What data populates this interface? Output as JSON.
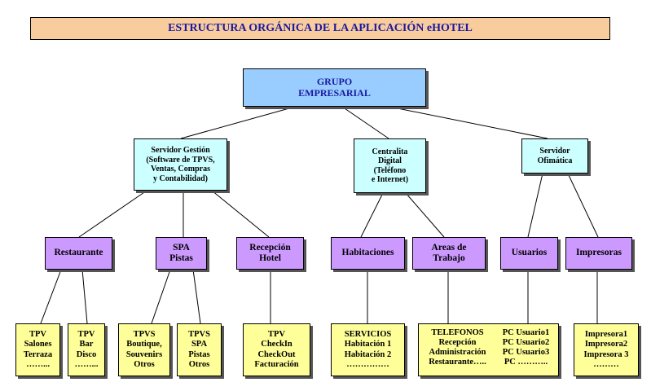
{
  "title": "ESTRUCTURA ORGÁNICA DE LA APLICACIÓN eHOTEL",
  "root": {
    "lines": [
      "GRUPO",
      "EMPRESARIAL"
    ]
  },
  "servers": [
    {
      "lines": [
        "Servidor  Gestión",
        "(Software de TPVS,",
        "Ventas,  Compras",
        "y Contabilidad)"
      ]
    },
    {
      "lines": [
        "Centralita",
        "Digital",
        "(Teléfono",
        "e Internet)"
      ]
    },
    {
      "lines": [
        "Servidor",
        "Ofimática"
      ]
    }
  ],
  "categories": [
    {
      "lines": [
        "Restaurante"
      ]
    },
    {
      "lines": [
        "SPA",
        "Pistas"
      ]
    },
    {
      "lines": [
        "Recepción",
        "Hotel"
      ]
    },
    {
      "lines": [
        "Habitaciones"
      ]
    },
    {
      "lines": [
        "Areas de",
        "Trabajo"
      ]
    },
    {
      "lines": [
        "Usuarios"
      ]
    },
    {
      "lines": [
        "Impresoras"
      ]
    }
  ],
  "leaves": {
    "tpv_salones": [
      "TPV",
      "Salones",
      "Terraza",
      "……..."
    ],
    "tpv_bar": [
      "TPV",
      "Bar",
      "Disco",
      "……..."
    ],
    "tpvs_boutique": [
      "TPVS",
      "Boutique,",
      "Souvenirs",
      "Otros"
    ],
    "tpvs_spa": [
      "TPVS",
      "SPA",
      "Pistas",
      "Otros"
    ],
    "tpv_checkin": [
      "TPV",
      "CheckIn",
      "CheckOut",
      "Facturación"
    ],
    "servicios": [
      "SERVICIOS",
      "Habitación 1",
      "Habitación 2",
      "……………"
    ],
    "telefonos": [
      "TELEFONOS",
      "Recepción",
      "Administración",
      "Restaurante….."
    ],
    "pc_usuarios": [
      "PC Usuario1",
      "PC Usuario2",
      "PC Usuario3",
      "PC ……….."
    ],
    "impresoras": [
      "Impresora1",
      "Impresora2",
      "Impresora 3",
      "………"
    ]
  }
}
